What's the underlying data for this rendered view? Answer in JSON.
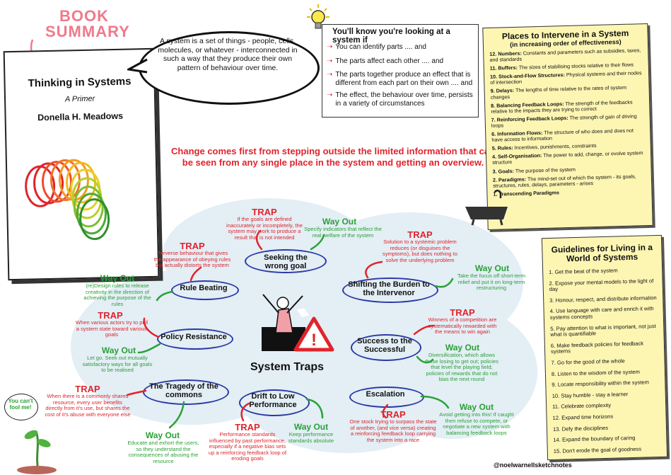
{
  "header": {
    "book_summary": "BOOK SUMMARY"
  },
  "book": {
    "title": "Thinking in Systems",
    "subtitle": "A Primer",
    "author": "Donella H. Meadows"
  },
  "bubble": {
    "text": "A system is a set of things - people, cells, molecules, or whatever - interconnected in such a way that they produce their own pattern of behaviour over time."
  },
  "know": {
    "title": "You'll know you're looking at a system if",
    "items": [
      "You can identify parts .... and",
      "The parts affect each other .... and",
      "The parts together produce an effect that is different from each part on their own .... and",
      "The effect, the behaviour over time, persists in a variety of circumstances"
    ]
  },
  "headline": "Change comes first from stepping outside the limited information that can be seen from any single place in the system and getting an overview.",
  "places": {
    "title": "Places to Intervene in a System",
    "subtitle": "(in increasing order of effectiveness)",
    "items": [
      {
        "name": "12. Numbers:",
        "text": "Constants and parameters such as subsidies, taxes, and standards"
      },
      {
        "name": "11. Buffers:",
        "text": "The sizes of stabilising stocks relative to their flows"
      },
      {
        "name": "10. Stock-and-Flow Structures:",
        "text": "Physical systems and their nodes of intersection"
      },
      {
        "name": "9. Delays:",
        "text": "The lengths of time relative to the rates of system changes"
      },
      {
        "name": "8. Balancing Feedback Loops:",
        "text": "The strength of the feedbacks relative to the impacts they are trying to correct"
      },
      {
        "name": "7. Reinforcing Feedback Loops:",
        "text": "The strength of gain of driving loops"
      },
      {
        "name": "6. Information Flows:",
        "text": "The structure of who does and does not have access to information"
      },
      {
        "name": "5. Rules:",
        "text": "Incentives, punishments, constraints"
      },
      {
        "name": "4. Self-Organisation:",
        "text": "The power to add, change, or evolve system structure"
      },
      {
        "name": "3. Goals:",
        "text": "The purpose of the system"
      },
      {
        "name": "2. Paradigms:",
        "text": "The mind-set out of which the system - its goals, structures, rules, delays, parameters - arises"
      },
      {
        "name": "1. Transcending Paradigms",
        "text": ""
      }
    ]
  },
  "guidelines": {
    "title": "Guidelines for Living in a World of Systems",
    "items": [
      "1. Get the beat of the system",
      "2. Expose your mental models to the light of day",
      "3. Honour, respect, and distribute information",
      "4. Use language with care and enrich it with systems concepts",
      "5. Pay attention to what is important, not just what is quantifiable",
      "6. Make feedback policies for feedback systems",
      "7. Go for the good of the whole",
      "8. Listen to the wisdom of the system",
      "9. Locate responsibility within the system",
      "10. Stay humble - stay a learner",
      "11. Celebrate complexity",
      "12. Expand time horizons",
      "13. Defy the disciplines",
      "14. Expand the boundary of caring",
      "15. Don't erode the goal of goodness"
    ]
  },
  "center": {
    "label": "System Traps"
  },
  "labels": {
    "trap": "TRAP",
    "way_out": "Way Out"
  },
  "traps": [
    {
      "name": "Seeking the wrong goal",
      "trap": "If the goals are defined inaccurately or incompletely, the system may work to produce a result that is not intended",
      "way": "Specify indicators that reflect the real welfare of the system"
    },
    {
      "name": "Shifting the Burden to the Intervenor",
      "trap": "Solution to a systemic problem reduces (or disguises the symptoms), but does nothing to solve the underlying problem",
      "way": "Take the focus off short-term relief and put it on long-term restructuring"
    },
    {
      "name": "Success to the Successful",
      "trap": "Winners of a competition are systematically rewarded with the means to win again",
      "way": "Diversification, which allows those losing to get out; policies that level the playing field; policies of rewards that do not bias the next round"
    },
    {
      "name": "Escalation",
      "trap": "One stock trying to surpass the state of another, (and vice versa) creating a reinforcing feedback loop carrying the system into a race",
      "way": "Avoid getting into this! If caught then refuse to compete, or negotiate a new system with balancing feedback loops"
    },
    {
      "name": "Drift to Low Performance",
      "trap": "Performance standards influenced by past performance, especially if a negative bias sets up a reinforcing feedback loop of eroding goals",
      "way": "Keep performance standards absolute"
    },
    {
      "name": "The Tragedy of the commons",
      "trap": "When there is a commonly shared resource, every user benefits directly from it's use, but shares the cost of it's abuse with everyone else",
      "way": "Educate and exhort the users, so they understand the consequences of abusing the resource"
    },
    {
      "name": "Policy Resistance",
      "trap": "When various actors try to pull a system state toward various goals",
      "way": "Let go. Seek out mutually satisfactory ways for all goals to be realised"
    },
    {
      "name": "Rule Beating",
      "trap": "Perverse behaviour that gives the appearance of obeying rules but actually distorts the system",
      "way": "(re)Design rules to release creativity in the direction of achieving the purpose of the rules"
    }
  ],
  "sprout": {
    "speech": "You can't fool me!"
  },
  "credit": "@noelwarnellsketchnotes",
  "colors": {
    "trap": "#e0242c",
    "way_out": "#2aa136",
    "ring": "#2a3aa5",
    "note": "#fdf6b3",
    "heading_pink": "#ef7a8b"
  }
}
